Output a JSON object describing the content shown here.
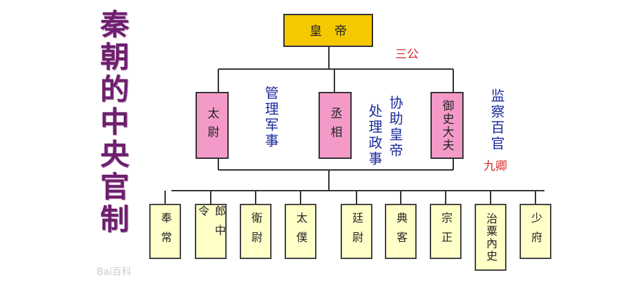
{
  "title": "秦朝的中央官制",
  "emperor": "皇帝",
  "three_dukes_label": "三公",
  "nine_ministers_label": "九卿",
  "dukes": [
    {
      "name": "太尉",
      "duty": "管理军事"
    },
    {
      "name": "丞相",
      "duty": [
        "处理政事",
        "协助皇帝"
      ]
    },
    {
      "name": "御史大夫",
      "duty": "监察百官"
    }
  ],
  "ministers": [
    "奉常",
    "郎中令",
    "衛尉",
    "太僕",
    "廷尉",
    "典客",
    "宗正",
    "治粟內史",
    "少府"
  ],
  "watermark": "Bai百科",
  "colors": {
    "emperor": "#f5c800",
    "dukes": "#f49ac8",
    "ministers": "#ffffc8",
    "title": "#6e1f6e",
    "duty_text": "#1a2a9c",
    "labels": "#d42a2a"
  }
}
